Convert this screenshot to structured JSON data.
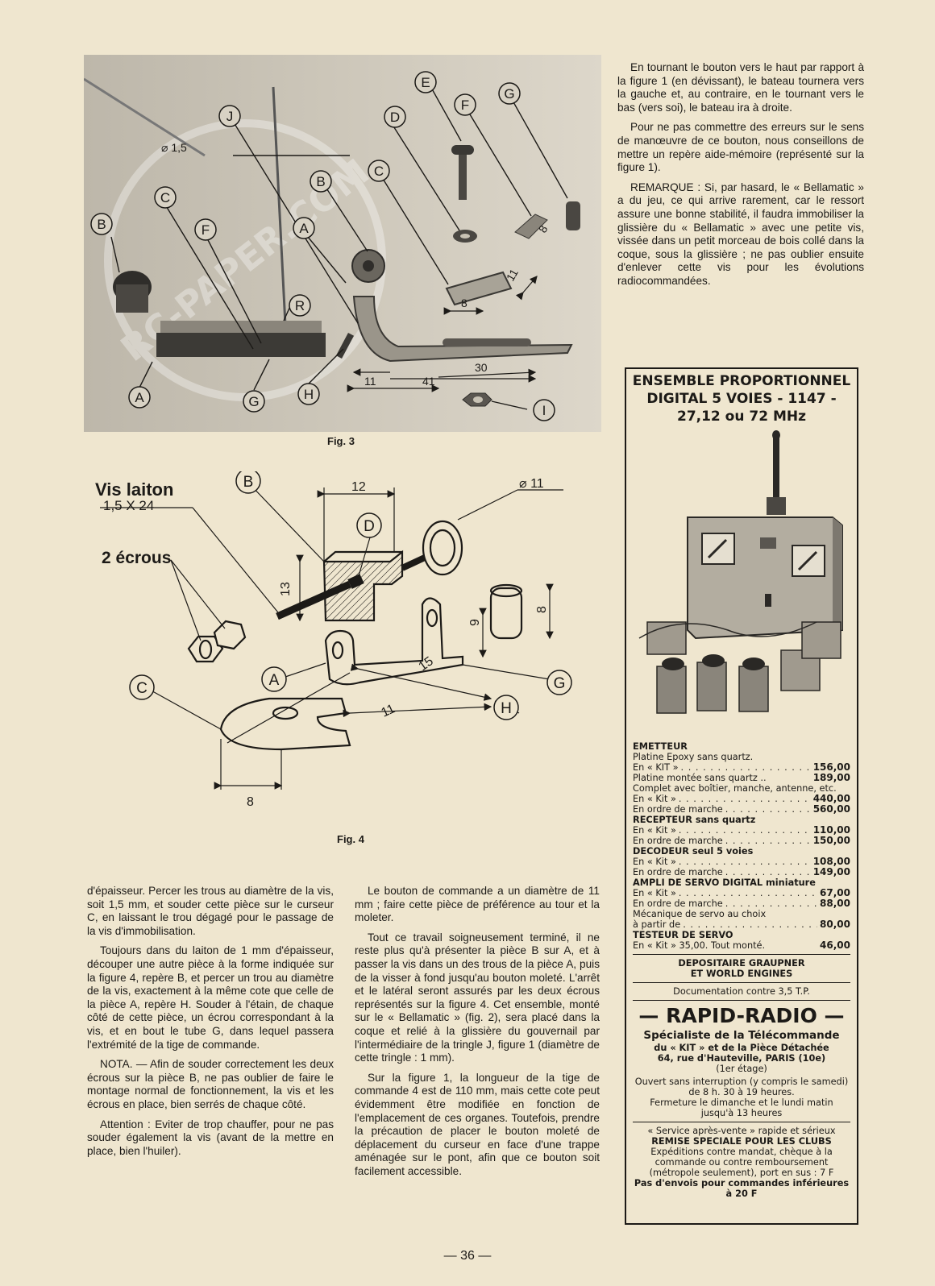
{
  "top_right_text": [
    "En tournant le bouton vers le haut par rapport à la figure 1 (en dévissant), le bateau tournera vers la gauche et, au contraire, en le tournant vers le bas (vers soi), le bateau ira à droite.",
    "Pour ne pas commettre des erreurs sur le sens de manœuvre de ce bouton, nous conseillons de mettre un repère aide-mémoire (représenté sur la figure 1).",
    "REMARQUE : Si, par hasard, le « Bellamatic » a du jeu, ce qui arrive rarement, car le ressort assure une bonne stabilité, il faudra immobiliser la glissière du « Bellamatic » avec une petite vis, vissée dans un petit morceau de bois collé dans la coque, sous la glissière ; ne pas oublier ensuite d'enlever cette vis pour les évolutions radiocommandées."
  ],
  "fig3": {
    "caption": "Fig. 3",
    "labels": {
      "A": "A",
      "B": "B",
      "C": "C",
      "D": "D",
      "E": "E",
      "F": "F",
      "G": "G",
      "H": "H",
      "I": "I",
      "J": "J",
      "R": "R"
    },
    "dims": {
      "diam": "⌀ 1,5",
      "d8a": "8",
      "d8b": "8",
      "d11a": "11",
      "d11b": "11",
      "d30": "30",
      "d41": "41"
    },
    "watermark": "RC-PAPER.COM"
  },
  "fig4": {
    "caption": "Fig. 4",
    "vis_label": "Vis laiton",
    "vis_size": "1,5 X 24",
    "ecrous_label": "2 écrous",
    "labels": {
      "A": "A",
      "B": "B",
      "C": "C",
      "D": "D",
      "G": "G",
      "H": "H"
    },
    "dims": {
      "d12": "12",
      "d11diam": "⌀ 11",
      "d13": "13",
      "d9": "9",
      "d8a": "8",
      "d15": "15",
      "d11": "11",
      "d8b": "8"
    }
  },
  "col1_text": [
    "d'épaisseur. Percer les trous au diamètre de la vis, soit 1,5 mm, et souder cette pièce sur le curseur C, en laissant le trou dégagé pour le passage de la vis d'immobilisation.",
    "Toujours dans du laiton de 1 mm d'épaisseur, découper une autre pièce à la forme indiquée sur la figure 4, repère B, et percer un trou au diamètre de la vis, exactement à la même cote que celle de la pièce A, repère H. Souder à l'étain, de chaque côté de cette pièce, un écrou correspondant à la vis, et en bout le tube G, dans lequel passera l'extrémité de la tige de commande.",
    "NOTA. — Afin de souder correctement les deux écrous sur la pièce B, ne pas oublier de faire le montage normal de fonctionnement, la vis et les écrous en place, bien serrés de chaque côté.",
    "Attention : Eviter de trop chauffer, pour ne pas souder également la vis (avant de la mettre en place, bien l'huiler)."
  ],
  "col2_text": [
    "Le bouton de commande a un diamètre de 11 mm ; faire cette pièce de préférence au tour et la moleter.",
    "Tout ce travail soigneusement terminé, il ne reste plus qu'à présenter la pièce B sur A, et à passer la vis dans un des trous de la pièce A, puis de la visser à fond jusqu'au bouton moleté. L'arrêt et le latéral seront assurés par les deux écrous représentés sur la figure 4. Cet ensemble, monté sur le « Bellamatic » (fig. 2), sera placé dans la coque et relié à la glissière du gouvernail par l'intermédiaire de la tringle J, figure 1 (diamètre de cette tringle : 1 mm).",
    "Sur la figure 1, la longueur de la tige de commande 4 est de 110 mm, mais cette cote peut évidemment être modifiée en fonction de l'emplacement de ces organes. Toutefois, prendre la précaution de placer le bouton moleté de déplacement du curseur en face d'une trappe aménagée sur le pont, afin que ce bouton soit facilement accessible."
  ],
  "ad": {
    "title1": "ENSEMBLE PROPORTIONNEL",
    "title2": "DIGITAL 5 VOIES - 1147 -",
    "title3": "27,12 ou 72 MHz",
    "emetteur": "EMETTEUR",
    "platine_epoxy": "Platine Epoxy sans quartz.",
    "kit1": "En « KIT »",
    "price1": "156,00",
    "platine_montee": "Platine montée sans quartz ..",
    "price2": "189,00",
    "complet": "Complet avec boîtier, manche, antenne, etc.",
    "kit3": "En « Kit »",
    "price3": "440,00",
    "ordre3": "En ordre de marche",
    "price4": "560,00",
    "recepteur": "RECEPTEUR sans quartz",
    "kit5": "En « Kit »",
    "price5": "110,00",
    "ordre5": "En ordre de marche",
    "price6": "150,00",
    "decodeur": "DECODEUR seul 5 voies",
    "kit7": "En « Kit »",
    "price7": "108,00",
    "ordre7": "En ordre de marche",
    "price8": "149,00",
    "ampli": "AMPLI DE SERVO DIGITAL miniature",
    "kit9": "En « Kit »",
    "price9": "67,00",
    "ordre9": "En ordre de marche",
    "price10": "88,00",
    "mecanique": "Mécanique de servo au choix",
    "partir": "à partir de",
    "price11": "80,00",
    "testeur": "TESTEUR DE SERVO",
    "kit12": "En « Kit » 35,00. Tout monté.",
    "price12": "46,00",
    "depositaire1": "DEPOSITAIRE GRAUPNER",
    "depositaire2": "ET WORLD ENGINES",
    "documentation": "Documentation contre 3,5 T.P.",
    "shop": "— RAPID-RADIO —",
    "specialiste": "Spécialiste de la Télécommande",
    "du_kit": "du « KIT » et de la Pièce Détachée",
    "address": "64, rue d'Hauteville, PARIS (10e)",
    "etage": "(1er étage)",
    "ouvert": "Ouvert sans interruption (y compris le samedi) de 8 h. 30 à 19 heures.",
    "fermeture": "Fermeture le dimanche et le lundi matin jusqu'à 13 heures",
    "service": "« Service après-vente » rapide et sérieux",
    "remise": "REMISE SPECIALE POUR LES CLUBS",
    "expeditions": "Expéditions contre mandat, chèque à la commande ou contre remboursement (métropole seulement), port en sus : 7 F",
    "pas_envois": "Pas d'envois pour commandes inférieures à 20 F"
  },
  "page_number": "— 36 —",
  "colors": {
    "paper": "#efe6cf",
    "ink": "#1c1a17",
    "photo": "#d8d2c4"
  }
}
